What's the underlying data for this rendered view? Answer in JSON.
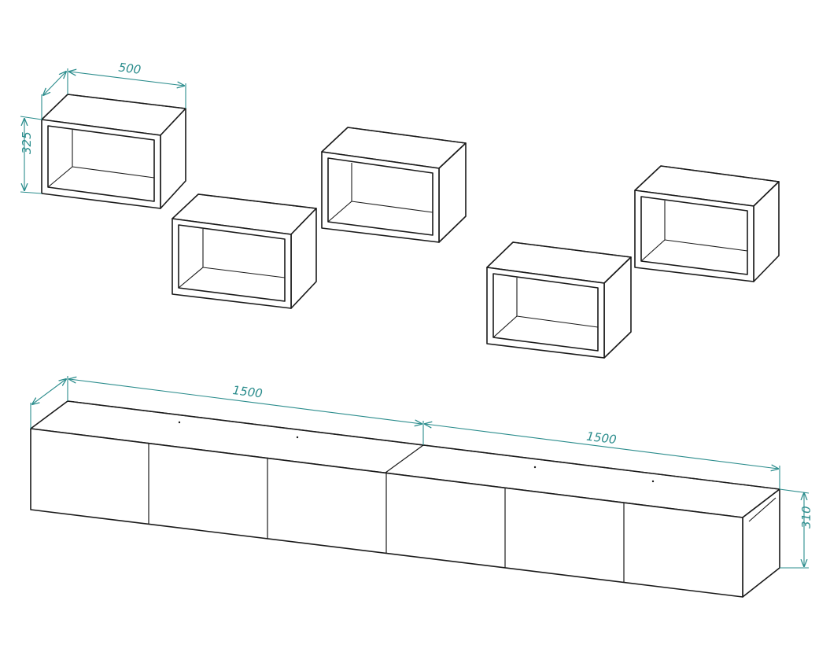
{
  "colors": {
    "line": "#1a1a1a",
    "dimension": "#2a8c8c",
    "background": "#ffffff"
  },
  "dimensions": {
    "shelf_width": "500",
    "shelf_height": "325",
    "shelf_depth": "",
    "cabinet_left_width": "1500",
    "cabinet_right_width": "1500",
    "cabinet_height": "310",
    "cabinet_depth": ""
  }
}
